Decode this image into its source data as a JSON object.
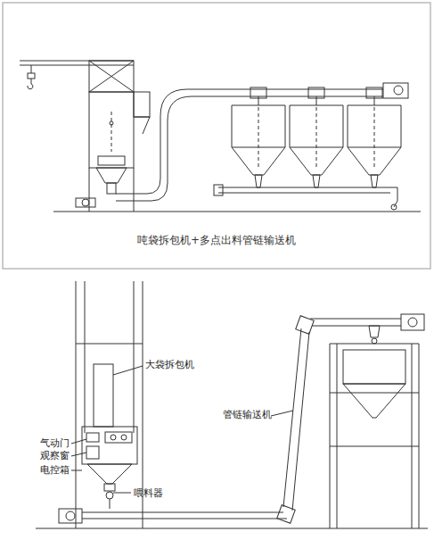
{
  "diagram": {
    "caption": "吨袋拆包机+多点出料管链输送机",
    "labels": [
      "大袋拆包机",
      "管链输送机",
      "气动门",
      "观察窗",
      "电控箱",
      "喂料器"
    ]
  }
}
